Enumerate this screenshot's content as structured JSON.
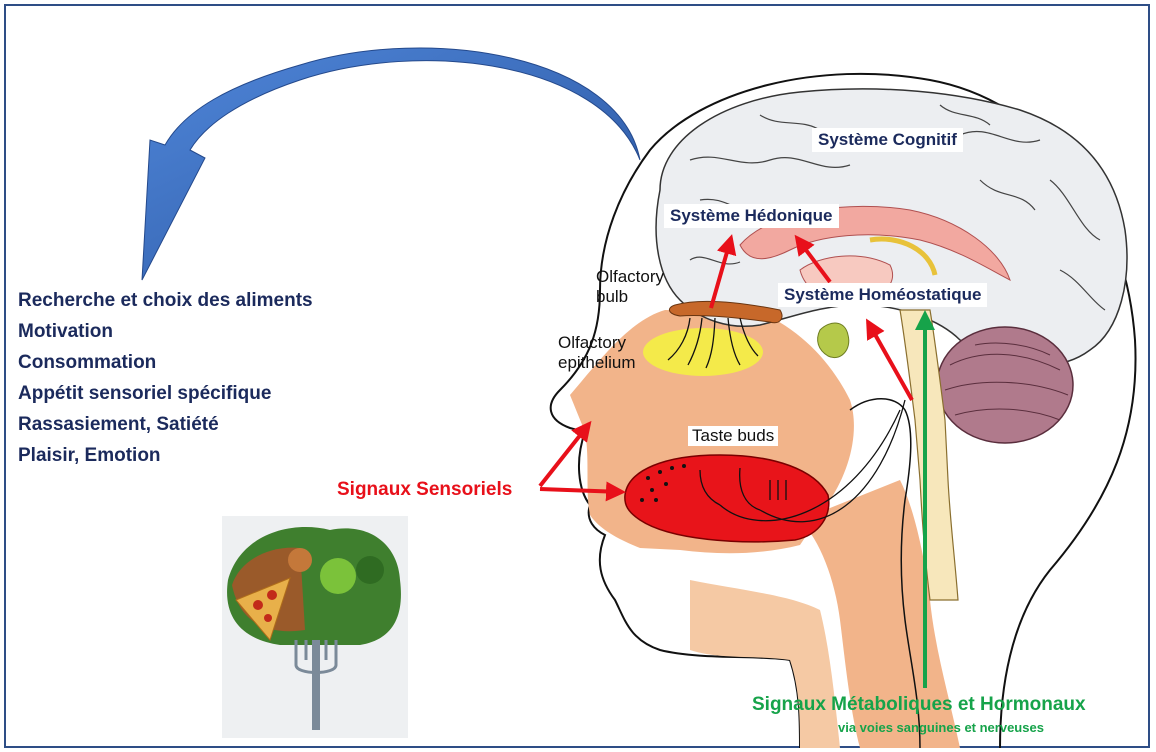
{
  "labels": {
    "cognitive": "Système Cognitif",
    "hedonic": "Système Hédonique",
    "homeostatic": "Système Homéostatique",
    "olfactory_bulb": "Olfactory\nbulb",
    "olfactory_epithelium": "Olfactory\nepithelium",
    "taste_buds": "Taste buds",
    "sensory_signals": "Signaux Sensoriels",
    "metabolic_signals": "Signaux Métaboliques et Hormonaux",
    "metabolic_sub": "via voies sanguines et nerveuses"
  },
  "behaviors": [
    "Recherche et choix des aliments",
    "Motivation",
    "Consommation",
    "Appétit sensoriel spécifique",
    "Rassasiement, Satiété",
    "Plaisir, Emotion"
  ],
  "colors": {
    "frame": "#2e4e86",
    "title_text": "#1b2a5c",
    "sensory": "#e8101a",
    "metabolic": "#16a34a",
    "feedback_arrow": "#3b6dc4",
    "skin": "#f2b48a",
    "olfactory_epithelium": "#f4ea4a",
    "tongue": "#e8141a"
  }
}
